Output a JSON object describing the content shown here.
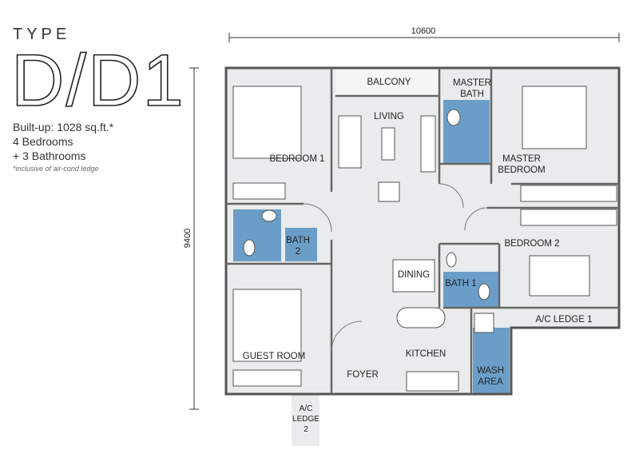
{
  "header": {
    "type_label": "TYPE",
    "unit_type": "D/D1",
    "built_up": "Built-up: 1028 sq.ft.*",
    "bedrooms": "4 Bedrooms",
    "bathrooms": "+ 3 Bathrooms",
    "note": "*inclusive of air-cond ledge"
  },
  "dimensions": {
    "width": "10600",
    "depth": "9400"
  },
  "rooms": {
    "balcony": "BALCONY",
    "master_bath_1": "MASTER",
    "master_bath_2": "BATH",
    "living": "LIVING",
    "bedroom1": "BEDROOM 1",
    "master_bedroom_1": "MASTER",
    "master_bedroom_2": "BEDROOM",
    "bath2_1": "BATH",
    "bath2_2": "2",
    "bedroom2": "BEDROOM 2",
    "dining": "DINING",
    "bath1": "BATH 1",
    "ac_ledge1": "A/C LEDGE 1",
    "guest_room": "GUEST ROOM",
    "kitchen": "KITCHEN",
    "foyer": "FOYER",
    "wash_1": "WASH",
    "wash_2": "AREA",
    "ac_ledge2_1": "A/C",
    "ac_ledge2_2": "LEDGE",
    "ac_ledge2_3": "2"
  },
  "colors": {
    "bath": "#6a9ec8",
    "floor": "#e9ebec",
    "wall": "#555555"
  }
}
